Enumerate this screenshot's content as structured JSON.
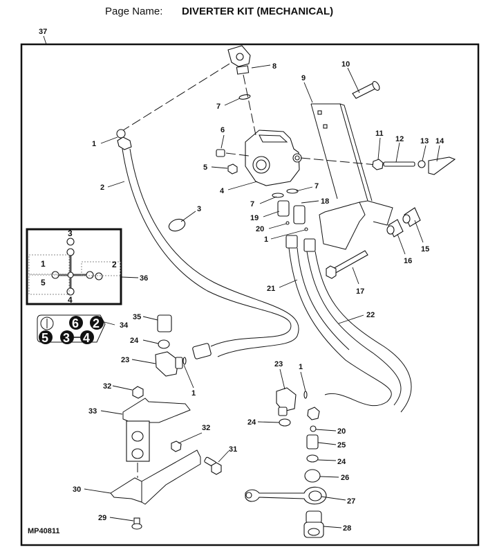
{
  "header": {
    "label": "Page Name:",
    "title": "DIVERTER KIT (MECHANICAL)"
  },
  "figure": {
    "id": "MP40811",
    "frame_callout": "37"
  },
  "callouts": {
    "c1a": "1",
    "c2": "2",
    "c3": "3",
    "c4": "4",
    "c5": "5",
    "c6": "6",
    "c7a": "7",
    "c7b": "7",
    "c7c": "7",
    "c8": "8",
    "c9": "9",
    "c10": "10",
    "c11": "11",
    "c12": "12",
    "c13": "13",
    "c14": "14",
    "c15": "15",
    "c16": "16",
    "c17": "17",
    "c18": "18",
    "c19": "19",
    "c20a": "20",
    "c1b": "1",
    "c21": "21",
    "c22": "22",
    "c36": "36",
    "c34": "34",
    "c35": "35",
    "c24a": "24",
    "c23a": "23",
    "c1c": "1",
    "c32a": "32",
    "c33": "33",
    "c32b": "32",
    "c31": "31",
    "c30": "30",
    "c29": "29",
    "c23b": "23",
    "c1d": "1",
    "c24b": "24",
    "c20b": "20",
    "c25": "25",
    "c24c": "24",
    "c26": "26",
    "c27": "27",
    "c28": "28"
  },
  "schematic_inset": {
    "ports": [
      "3",
      "1",
      "5",
      "2",
      "4"
    ]
  },
  "port_badge_decal": {
    "badges": [
      "6",
      "2",
      "5",
      "3",
      "4"
    ]
  }
}
